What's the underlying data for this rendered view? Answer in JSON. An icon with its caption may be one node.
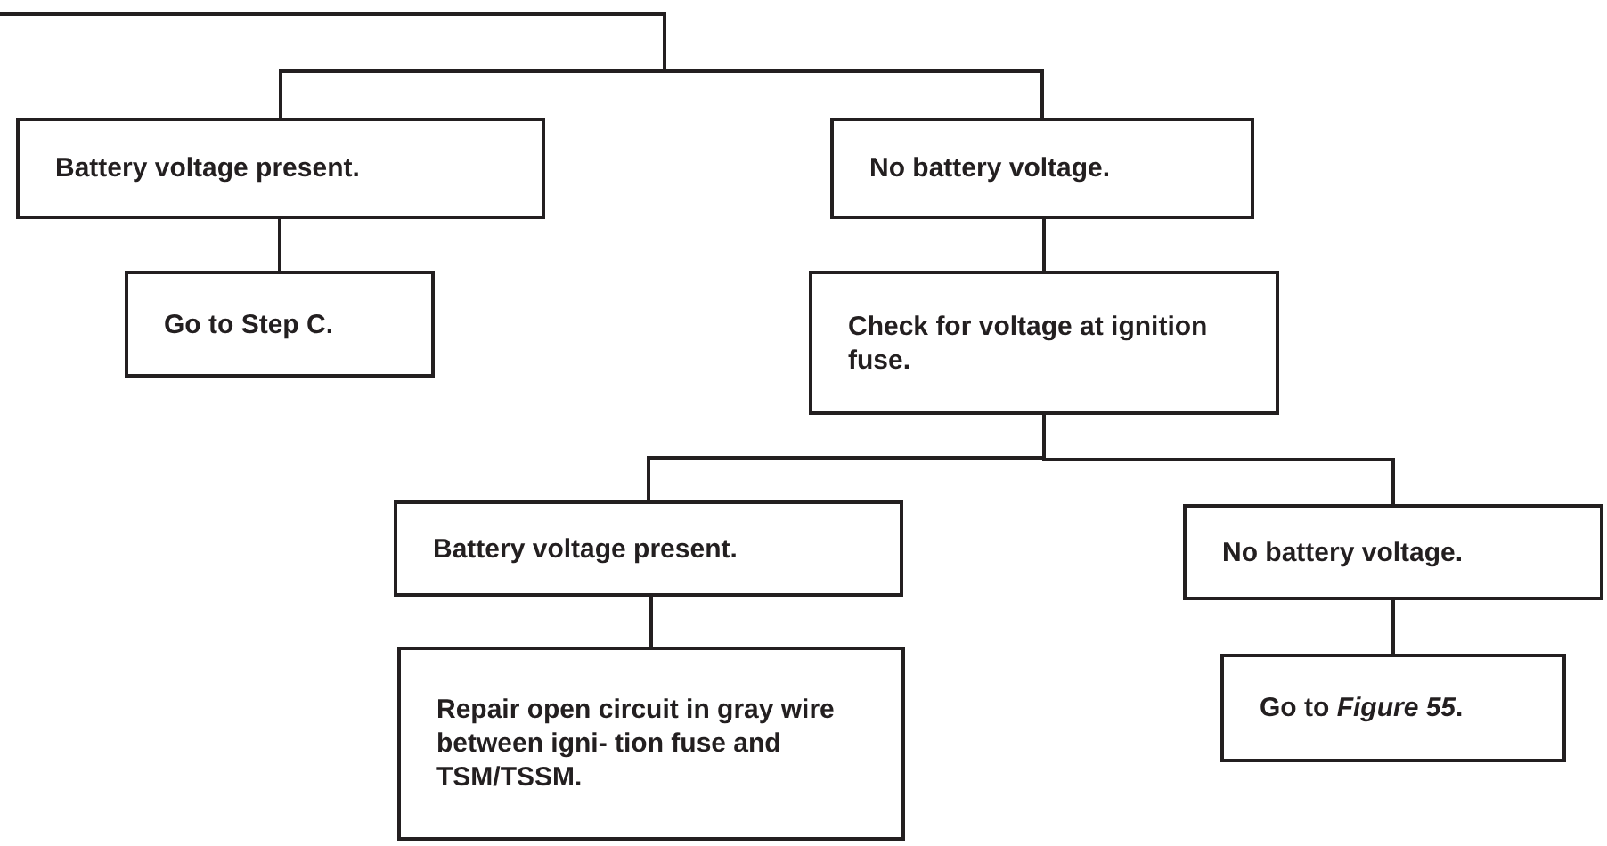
{
  "diagram": {
    "nodes": [
      {
        "text": [
          "Battery voltage present."
        ]
      },
      {
        "text": [
          "No battery voltage."
        ]
      },
      {
        "text": [
          "Go to Step C."
        ]
      },
      {
        "text": [
          "Check for voltage at ignition fuse."
        ]
      },
      {
        "text": [
          "Battery voltage present."
        ]
      },
      {
        "text": [
          "No battery voltage."
        ]
      },
      {
        "text": [
          "Repair open circuit in gray wire between igni- tion fuse and TSM/TSSM."
        ]
      },
      {
        "text": [
          "Go to *Figure 55*."
        ]
      }
    ],
    "edges": [
      {
        "from": null,
        "to": 0,
        "arrow": "none"
      },
      {
        "from": null,
        "to": 1,
        "arrow": "none"
      },
      {
        "from": 0,
        "to": 2,
        "arrow": "none"
      },
      {
        "from": 1,
        "to": 3,
        "arrow": "none"
      },
      {
        "from": 3,
        "to": 4,
        "arrow": "none"
      },
      {
        "from": 3,
        "to": 5,
        "arrow": "none"
      },
      {
        "from": 4,
        "to": 6,
        "arrow": "none"
      },
      {
        "from": 5,
        "to": 7,
        "arrow": "none"
      }
    ]
  }
}
